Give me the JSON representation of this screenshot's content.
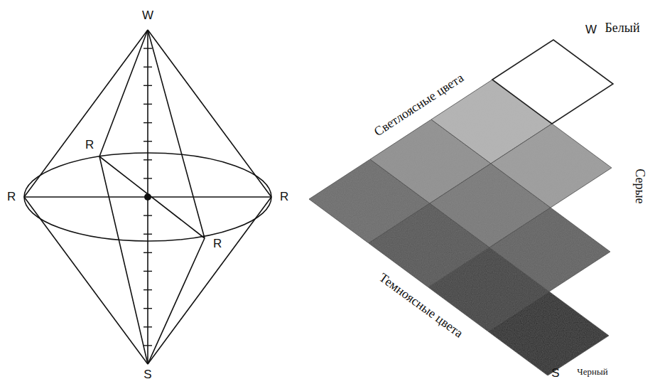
{
  "diagram": {
    "labels": [
      "W",
      "R",
      "R",
      "R",
      "R",
      "S",
      "W",
      "Белый",
      "Светлоясные цвета",
      "Серые",
      "Темноясные цвета",
      "S",
      "Черный"
    ]
  }
}
